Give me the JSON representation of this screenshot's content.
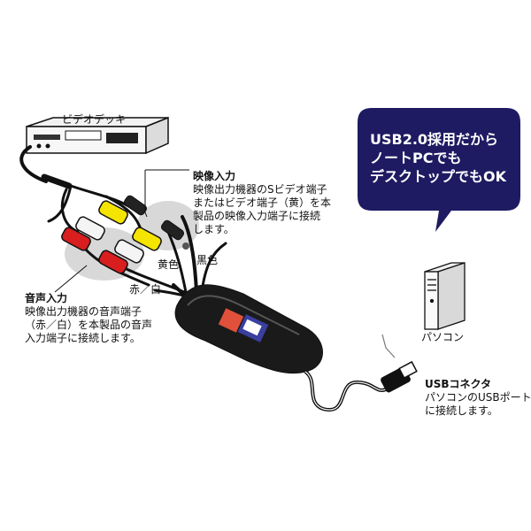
{
  "vcr": {
    "label": "ビデオデッキ"
  },
  "video_input": {
    "title": "映像入力",
    "lines": [
      "映像出力機器のSビデオ端子",
      "またはビデオ端子（黄）を本",
      "製品の映像入力端子に接続",
      "します。"
    ]
  },
  "audio_input": {
    "title": "音声入力",
    "lines": [
      "映像出力機器の音声端子",
      "（赤／白）を本製品の音声",
      "入力端子に接続します。"
    ]
  },
  "cables": {
    "yellow": "黄色",
    "black": "黒色",
    "red_white": "赤／白"
  },
  "callout": {
    "lines": [
      "USB2.0採用だから",
      "ノートPCでも",
      "デスクトップでもOK"
    ]
  },
  "pc": {
    "label": "パソコン"
  },
  "usb_connector": {
    "title": "USBコネクタ",
    "lines": [
      "パソコンのUSBポート",
      "に接続します。"
    ]
  },
  "colors": {
    "callout_bg": "#1e1b62",
    "plug_yellow": "#f5e400",
    "plug_red": "#d81e1e",
    "plug_white": "#f4f4f4",
    "cable": "#111111"
  }
}
